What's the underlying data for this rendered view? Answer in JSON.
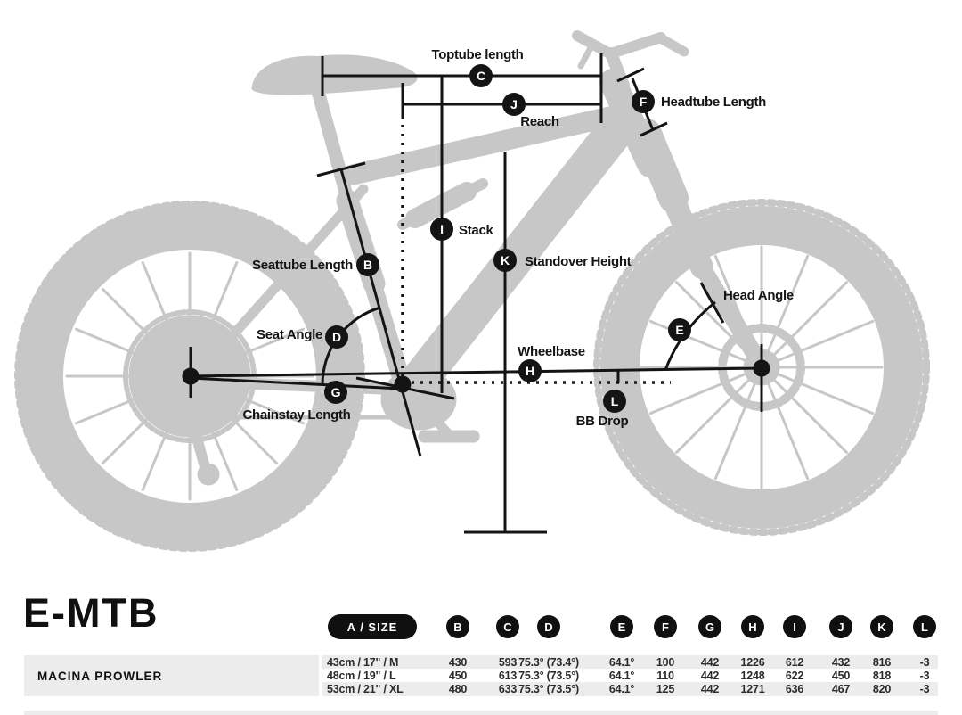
{
  "colors": {
    "silhouette": "#c7c7c7",
    "ink": "#141414",
    "row_alt": "#ececec",
    "pill_bg": "#101010",
    "pill_text": "#ffffff"
  },
  "diagram": {
    "markers": {
      "seattube": "B",
      "toptube": "C",
      "seat_angle": "D",
      "head_angle": "E",
      "headtube": "F",
      "chainstay": "G",
      "wheelbase": "H",
      "stack": "I",
      "reach": "J",
      "standover": "K",
      "bb_drop": "L"
    },
    "labels": {
      "toptube": "Toptube length",
      "reach": "Reach",
      "headtube": "Headtube Length",
      "stack": "Stack",
      "standover": "Standover Height",
      "seattube": "Seattube Length",
      "seat_angle": "Seat Angle",
      "head_angle": "Head Angle",
      "wheelbase": "Wheelbase",
      "chainstay": "Chainstay Length",
      "bb_drop": "BB Drop"
    }
  },
  "section": {
    "title": "E-MTB",
    "model": "MACINA PROWLER"
  },
  "table": {
    "size_header": "A / SIZE",
    "columns": [
      "B",
      "C",
      "D",
      "E",
      "F",
      "G",
      "H",
      "I",
      "J",
      "K",
      "L"
    ],
    "rows": [
      {
        "size": "43cm / 17\" / M",
        "values": [
          "430",
          "593",
          "75.3° (73.4°)",
          "64.1°",
          "100",
          "442",
          "1226",
          "612",
          "432",
          "816",
          "-3"
        ]
      },
      {
        "size": "48cm / 19\" / L",
        "values": [
          "450",
          "613",
          "75.3° (73.5°)",
          "64.1°",
          "110",
          "442",
          "1248",
          "622",
          "450",
          "818",
          "-3"
        ]
      },
      {
        "size": "53cm / 21\" / XL",
        "values": [
          "480",
          "633",
          "75.3° (73.5°)",
          "64.1°",
          "125",
          "442",
          "1271",
          "636",
          "467",
          "820",
          "-3"
        ]
      }
    ]
  }
}
